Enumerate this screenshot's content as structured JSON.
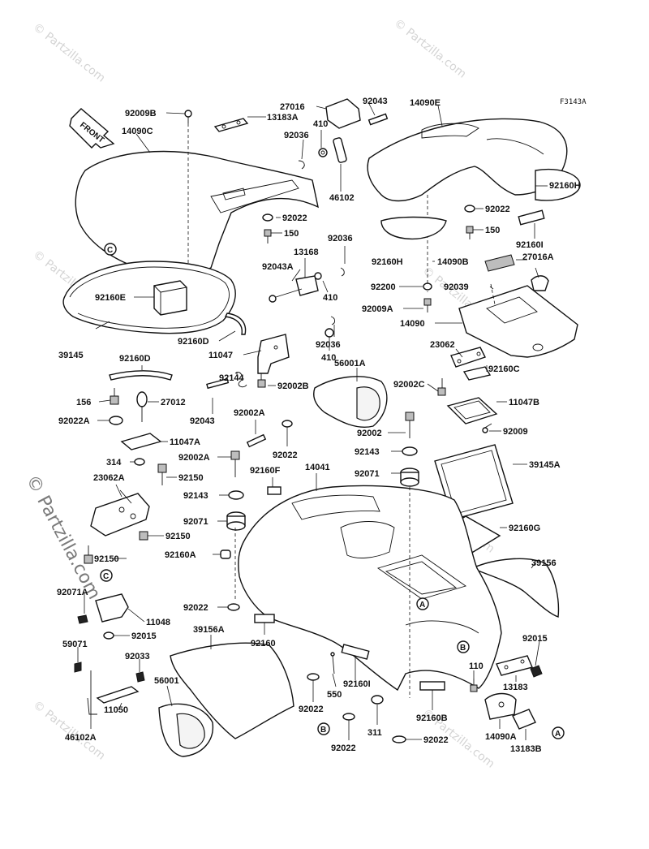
{
  "diagram_code": "F3143A",
  "front_label": "FRONT",
  "watermark": "© Partzilla.com",
  "watermark_small": "© Partzilla.com",
  "labels": {
    "l92009B": "92009B",
    "l13183A": "13183A",
    "l27016": "27016",
    "l92043": "92043",
    "l14090E": "14090E",
    "l14090C": "14090C",
    "l410a": "410",
    "l92036a": "92036",
    "l46102": "46102",
    "l92160H_r": "92160H",
    "l92022a": "92022",
    "l92022b": "92022",
    "l150a": "150",
    "l150b": "150",
    "l92160I_r": "92160I",
    "l92036b": "92036",
    "l13168": "13168",
    "l92043A": "92043A",
    "l92160H_l": "92160H",
    "l14090B": "14090B",
    "l27016A": "27016A",
    "l92160E": "92160E",
    "l410b": "410",
    "l92200": "92200",
    "l92039": "92039",
    "l92009A": "92009A",
    "l14090": "14090",
    "l92160D_r": "92160D",
    "l92036c": "92036",
    "l11047": "11047",
    "l410c": "410",
    "l39145": "39145",
    "l92160D_l": "92160D",
    "l56001A": "56001A",
    "l23062": "23062",
    "l92144": "92144",
    "l92002B": "92002B",
    "l92002C": "92002C",
    "l92160C": "92160C",
    "l156": "156",
    "l27012": "27012",
    "l92043b": "92043",
    "l92002A_a": "92002A",
    "l11047B": "11047B",
    "l92022A": "92022A",
    "l92002": "92002",
    "l92009": "92009",
    "l11047A": "11047A",
    "l92022c": "92022",
    "l92143a": "92143",
    "l314": "314",
    "l92002A_b": "92002A",
    "l23062A": "23062A",
    "l92150a": "92150",
    "l92160F": "92160F",
    "l14041": "14041",
    "l92071a": "92071",
    "l39145A": "39145A",
    "l92143b": "92143",
    "l92071b": "92071",
    "l92160G": "92160G",
    "l92150b": "92150",
    "l92150c": "92150",
    "l92160A": "92160A",
    "l39156": "39156",
    "l92071A": "92071A",
    "l92022d": "92022",
    "l11048": "11048",
    "l92015a": "92015",
    "l92015b": "92015",
    "l39156A": "39156A",
    "l92160": "92160",
    "l59071": "59071",
    "l92033": "92033",
    "l110": "110",
    "l56001": "56001",
    "l92160I_b": "92160I",
    "l550": "550",
    "l13183": "13183",
    "l92022e": "92022",
    "l11050": "11050",
    "l311": "311",
    "l92160B": "92160B",
    "l14090A": "14090A",
    "l46102A": "46102A",
    "l92022f": "92022",
    "l92022g": "92022",
    "l13183B": "13183B"
  },
  "refs": {
    "A": "A",
    "B": "B",
    "C": "C"
  }
}
